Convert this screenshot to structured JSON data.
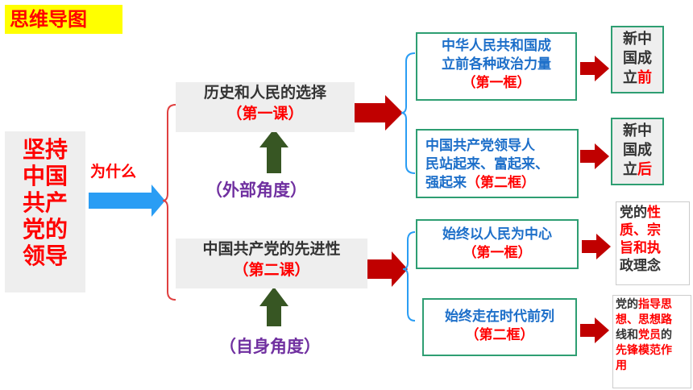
{
  "title": "思维导图",
  "main_topic": [
    "坚持",
    "中国",
    "共产",
    "党的",
    "领导"
  ],
  "why_label": "为什么",
  "lesson1": {
    "name": "历史和人民的选择",
    "tag": "（第一课）",
    "angle": "（外部角度）"
  },
  "lesson2": {
    "name": "中国共产党的先进性",
    "tag": "（第二课）",
    "angle": "（自身角度）"
  },
  "box1": {
    "line1": "中华人民共和国成",
    "line2": "立前各种政治力量",
    "tag": "（第一框）"
  },
  "box2": {
    "line1": "中国共产党领导人",
    "line2": "民站起来、富起来、",
    "line3a": "强起来",
    "tag": "（第二框）"
  },
  "box3": {
    "line1": "始终以人民为中心",
    "tag": "（第一框）"
  },
  "box4": {
    "line1": "始终走在时代前列",
    "tag": "（第二框）"
  },
  "result1": {
    "l1": "新中",
    "l2": "国成",
    "l3a": "立",
    "l3b": "前"
  },
  "result2": {
    "l1": "新中",
    "l2": "国成",
    "l3a": "立",
    "l3b": "后"
  },
  "result3": {
    "p1": "党的",
    "p2": "性",
    "p3": "质、宗",
    "p4": "旨和执",
    "p5": "政理念",
    "hl1": "性"
  },
  "result4": {
    "a1": "党的",
    "a2": "指导思",
    "a3": "想、思想路",
    "a4": "线和",
    "a5": "党员",
    "a6": "的",
    "a7": "先锋模范作",
    "a8": "用"
  },
  "colors": {
    "accent_red": "#ff0000",
    "arrow_red": "#c00000",
    "blue_arrow": "#2a9df4",
    "green": "#2e9e72",
    "dark_green": "#375623",
    "purple": "#7030a0",
    "blue_text": "#1d6fc9"
  }
}
